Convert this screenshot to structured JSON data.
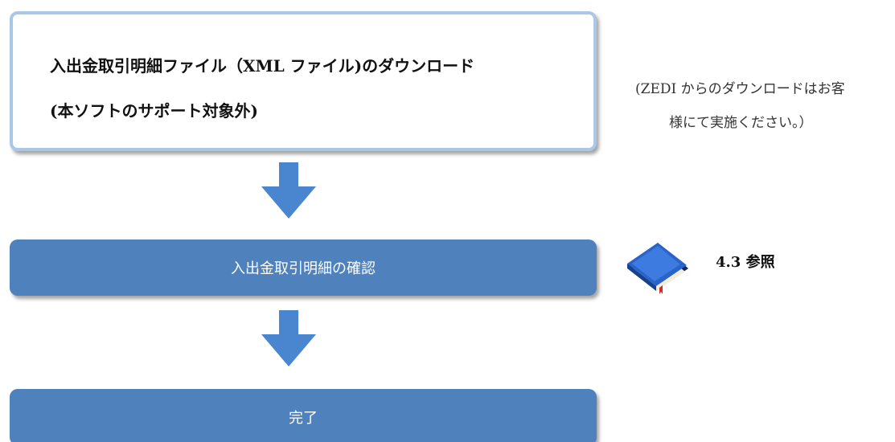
{
  "steps": {
    "download": {
      "line1": "入出金取引明細ファイル（XML ファイル)のダウンロード",
      "line2": "(本ソフトのサポート対象外)"
    },
    "confirm": {
      "label": "入出金取引明細の確認"
    },
    "complete": {
      "label": "完了"
    }
  },
  "note": {
    "line1": "(ZEDI からのダウンロードはお客",
    "line2": "様にて実施ください。）"
  },
  "reference": {
    "icon": "book-icon",
    "text": "4.3 参照"
  },
  "colors": {
    "box_fill": "#4f81bd",
    "box_outline": "#a9c7e6",
    "arrow": "#4a86cf"
  }
}
